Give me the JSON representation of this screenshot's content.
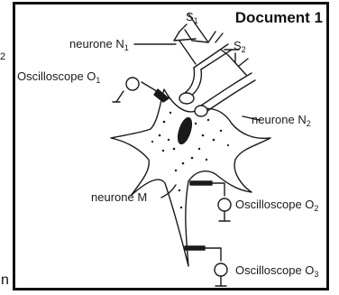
{
  "document_title": "Document 1",
  "edge_fragments": {
    "left_top": "2",
    "left_bottom": "n"
  },
  "labels": {
    "neurone_n1": {
      "main": "neurone N",
      "sub": "1"
    },
    "oscilloscope_o1": {
      "main": "Oscilloscope O",
      "sub": "1"
    },
    "stimulator_s1": {
      "main": "S",
      "sub": "1"
    },
    "stimulator_s2": {
      "main": "S",
      "sub": "2"
    },
    "neurone_n2": {
      "main": "neurone N",
      "sub": "2"
    },
    "neurone_m": {
      "main": "neurone M"
    },
    "oscilloscope_o2": {
      "main": "Oscilloscope O",
      "sub": "2"
    },
    "oscilloscope_o3": {
      "main": "Oscilloscope O",
      "sub": "3"
    }
  },
  "colors": {
    "ink": "#1a1a1a",
    "frame": "#111111",
    "background": "#ffffff"
  }
}
